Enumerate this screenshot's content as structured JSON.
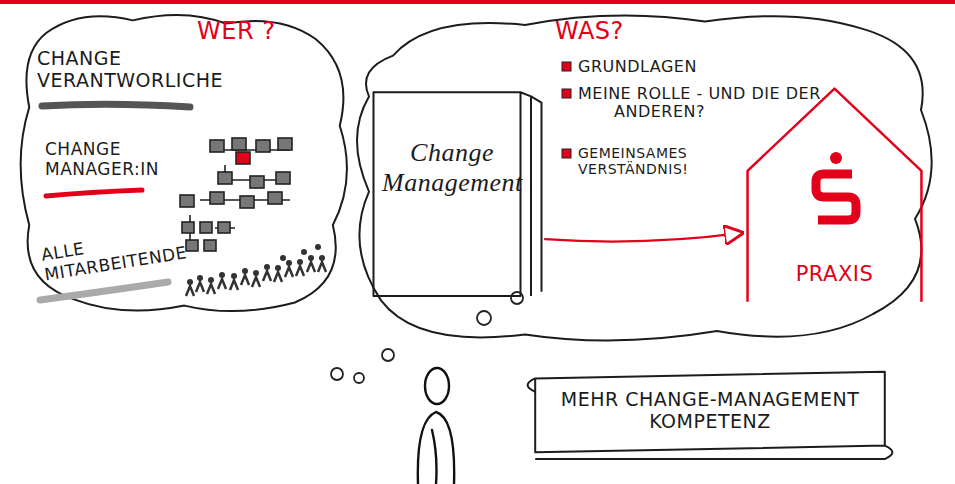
{
  "diagram": {
    "nodes": [
      {
        "text": [
          "WER ?",
          "CHANGE VERANTWORLICHE",
          "CHANGE MANAGER:IN",
          "ALLE MITARBEITENDE"
        ]
      },
      {
        "text": [
          "WAS?",
          "GRUNDLAGEN",
          "MEINE ROLLE - UND DIE DER ANDEREN?",
          "GEMEINSAMES VERSTÄNDNIS!"
        ]
      },
      {
        "text": [
          "Change Management"
        ],
        "in": 1
      },
      {
        "text": [
          "PRAXIS"
        ],
        "in": 1
      },
      {
        "text": [
          "MEHR CHANGE-MANAGEMENT KOMPETENZ"
        ]
      }
    ],
    "edges": [
      {
        "from": 2,
        "to": 3,
        "arrow": "to"
      }
    ]
  }
}
